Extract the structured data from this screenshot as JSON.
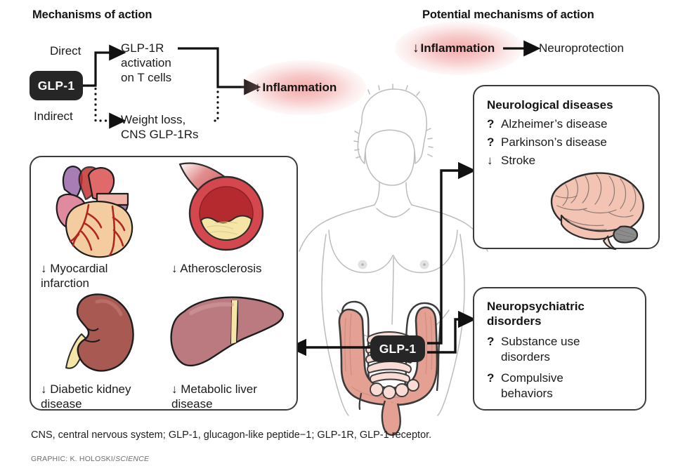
{
  "headings": {
    "left": "Mechanisms of action",
    "right": "Potential mechanisms of action"
  },
  "left_flow": {
    "source_label": "GLP-1",
    "direct_label": "Direct",
    "indirect_label": "Indirect",
    "direct_target": "GLP-1R\nactivation\non T cells",
    "indirect_target": "Weight loss,\nCNS GLP-1Rs",
    "outcome_arrow": "↓",
    "outcome": "Inflammation"
  },
  "right_flow": {
    "arrow": "↓",
    "source": "Inflammation",
    "target": "Neuroprotection"
  },
  "organ_box": {
    "items": [
      {
        "icon": "heart-icon",
        "mark": "↓",
        "label": "Myocardial\ninfarction"
      },
      {
        "icon": "artery-icon",
        "mark": "↓",
        "label": "Atherosclerosis"
      },
      {
        "icon": "kidney-icon",
        "mark": "↓",
        "label": "Diabetic kidney\ndisease"
      },
      {
        "icon": "liver-icon",
        "mark": "↓",
        "label": "Metabolic liver\ndisease"
      }
    ]
  },
  "neuro_box": {
    "title": "Neurological diseases",
    "items": [
      {
        "mark": "?",
        "label": "Alzheimer’s disease"
      },
      {
        "mark": "?",
        "label": "Parkinson’s disease"
      },
      {
        "mark": "↓",
        "label": "Stroke"
      }
    ],
    "illustration": "brain-icon"
  },
  "psych_box": {
    "title": "Neuropsychiatric\ndisorders",
    "items": [
      {
        "mark": "?",
        "label": "Substance use\ndisorders"
      },
      {
        "mark": "?",
        "label": "Compulsive\nbehaviors"
      }
    ]
  },
  "body_figure": {
    "label": "human-body-outline",
    "organ": "intestines-icon",
    "gut_source_label": "GLP-1"
  },
  "footer": {
    "abbreviations": "CNS, central nervous system; GLP-1, glucagon-like peptide−1; GLP-1R, GLP-1 receptor.",
    "credit_prefix": "GRAPHIC: K. HOLOSKI/",
    "credit_italic": "SCIENCE"
  },
  "colors": {
    "ink": "#262626",
    "outline": "#3c3c3c",
    "glow": "#ec7878",
    "heart_muscle": "#f3cda0",
    "heart_vessel": "#c33330",
    "heart_purple": "#a87db5",
    "heart_pink": "#e08aa0",
    "artery_wall": "#d4474e",
    "artery_plaque": "#f5e6a8",
    "artery_lumen": "#b52a2e",
    "kidney": "#a85a52",
    "liver": "#bb7a7f",
    "brain": "#f3c3b4",
    "cerebellum": "#8c8c8c",
    "colon": "#e09b8e",
    "small_intestine": "#f7d9d2",
    "body_outline": "#b9b9b9"
  }
}
